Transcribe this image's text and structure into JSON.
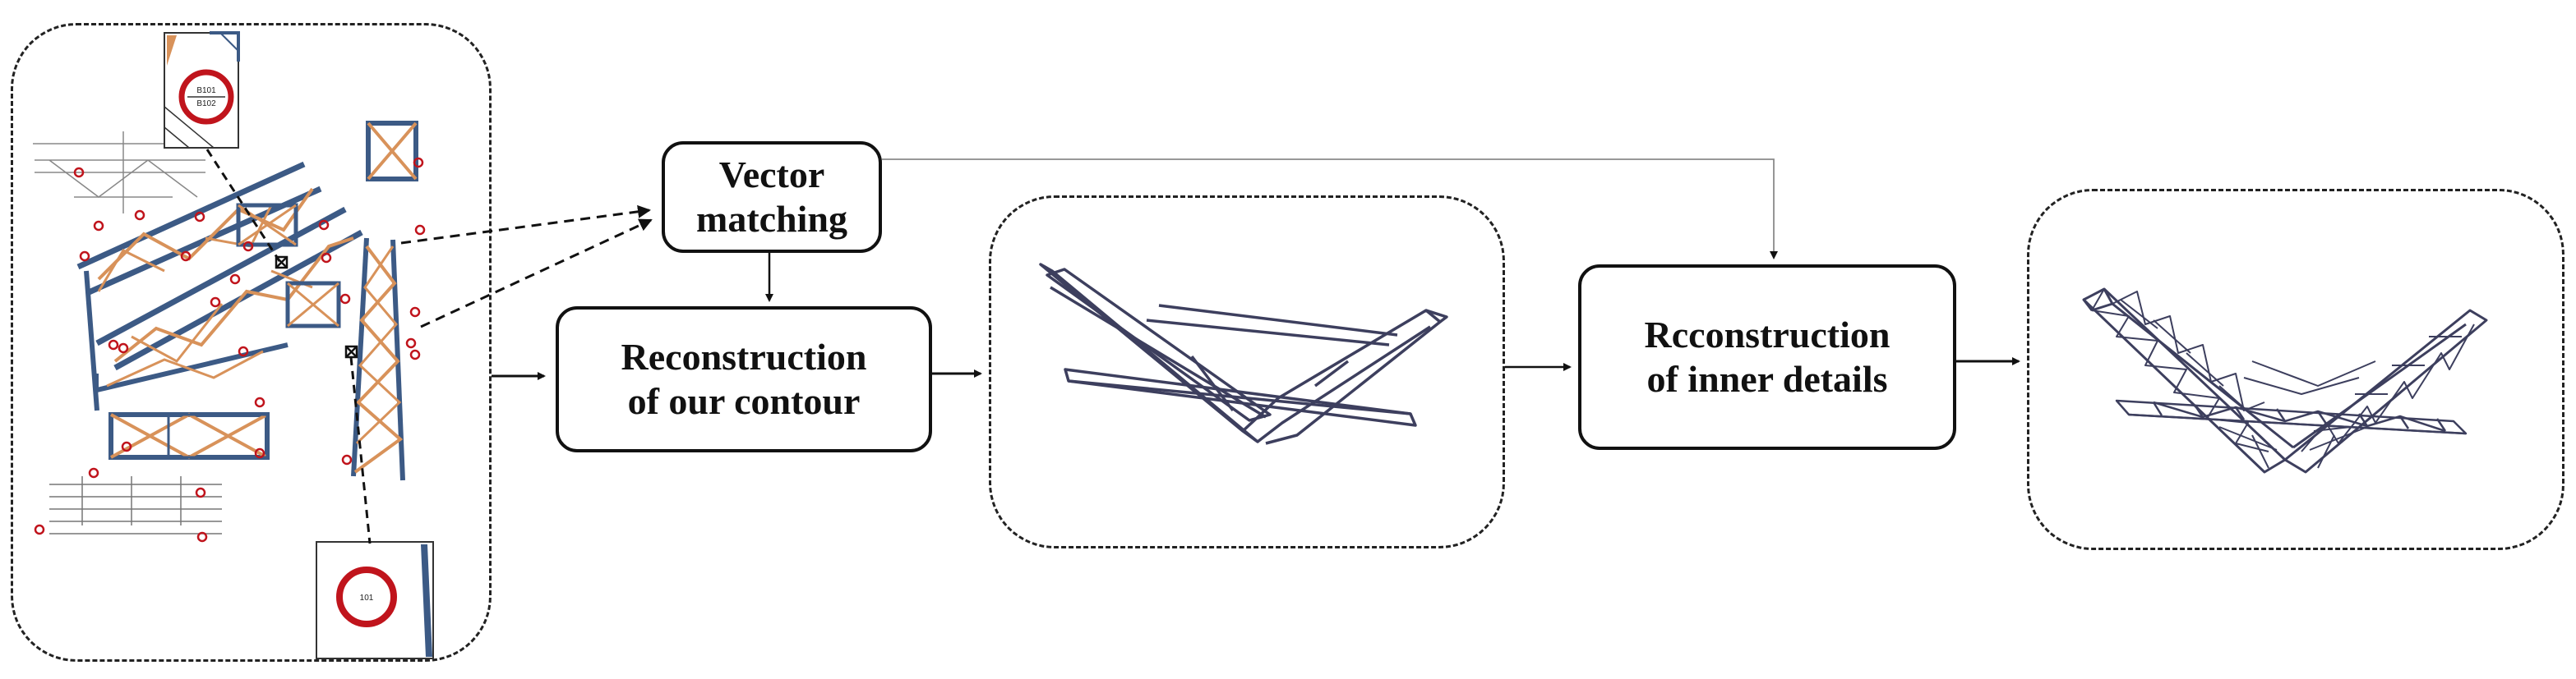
{
  "nodes": {
    "vector_matching": {
      "lines": [
        "Vector",
        "matching"
      ]
    },
    "reconstruct_contour": {
      "lines": [
        "Reconstruction",
        "of our contour"
      ]
    },
    "reconstruct_inner": {
      "lines": [
        "Rcconstruction",
        "of inner details"
      ]
    }
  },
  "drawing_callouts": {
    "top_detail": [
      "B101",
      "B102"
    ],
    "bottom_detail": [
      "101"
    ]
  },
  "colors": {
    "member_blue": "#3c5a85",
    "bracing_orange": "#d8925a",
    "callout_red": "#c0141c",
    "wireframe": "#3d3f5e"
  }
}
